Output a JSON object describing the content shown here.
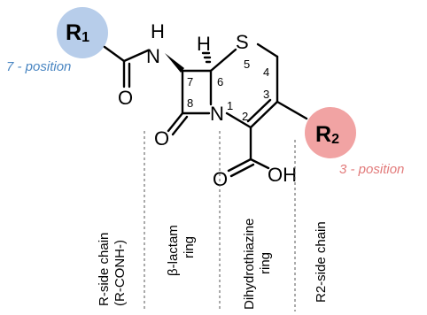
{
  "colors": {
    "r1_circle": "#b7cdea",
    "r2_circle": "#f1a3a3",
    "r1_position_text": "#4a86c2",
    "r2_position_text": "#e27a7a"
  },
  "substituents": {
    "r1": {
      "letter": "R",
      "subscript": "1",
      "position": "7 - position"
    },
    "r2": {
      "letter": "R",
      "subscript": "2",
      "position": "3 - position"
    }
  },
  "atoms": {
    "n_amide": "N",
    "h_amide": "H",
    "o_amide": "O",
    "h_stereo": "H",
    "sulfur": "S",
    "n_ring": "N",
    "o_lactam": "O",
    "carboxyl": "OH",
    "o_carboxyl": "O"
  },
  "ring_numbers": {
    "n1": "1",
    "n2": "2",
    "n3": "3",
    "n4": "4",
    "n5": "5",
    "n6": "6",
    "n7": "7",
    "n8": "8"
  },
  "region_labels": {
    "side_chain_line1": "R-side chain",
    "side_chain_line2": "(R-CONH-)",
    "beta_lactam_line1": "β-lactam",
    "beta_lactam_line2": "ring",
    "dihydrothiazine_line1": "Dihydrothiazine",
    "dihydrothiazine_line2": "ring",
    "r2_side_chain": "R2-side chain"
  }
}
